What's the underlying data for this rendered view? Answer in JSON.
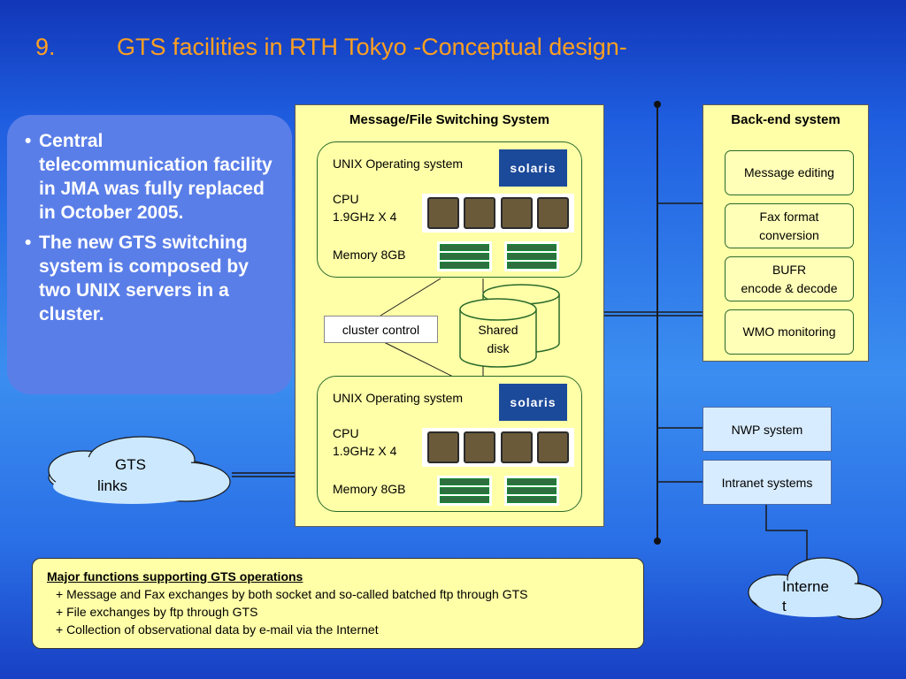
{
  "title": {
    "number": "9.",
    "text": "GTS facilities in RTH Tokyo  -Conceptual design-"
  },
  "bullets": [
    "Central telecommunication facility in JMA was fully replaced in October 2005.",
    "The new GTS switching system is composed by two UNIX servers in a cluster."
  ],
  "mss": {
    "title": "Message/File Switching System",
    "server1": {
      "os": "UNIX Operating system",
      "cpu_label": "CPU",
      "cpu_value": "1.9GHz X 4",
      "memory": "Memory 8GB",
      "logo": "solaris"
    },
    "server2": {
      "os": "UNIX Operating system",
      "cpu_label": "CPU",
      "cpu_value": "1.9GHz X 4",
      "memory": "Memory 8GB",
      "logo": "solaris"
    },
    "cluster_control": "cluster control",
    "shared_disk": [
      "Shared",
      "disk"
    ]
  },
  "backend": {
    "title": "Back-end system",
    "items": [
      [
        "Message editing"
      ],
      [
        "Fax format",
        "conversion"
      ],
      [
        "BUFR",
        "encode & decode"
      ],
      [
        "WMO monitoring"
      ]
    ]
  },
  "nwp": "NWP system",
  "intranet": "Intranet systems",
  "gts_cloud": [
    "GTS",
    "links"
  ],
  "internet_cloud": [
    "Interne",
    "t"
  ],
  "functions": {
    "title": "Major functions supporting GTS operations",
    "items": [
      "+ Message and Fax exchanges by both socket and so-called batched ftp through GTS",
      "+ File exchanges by ftp through GTS",
      "+ Collection of observational data by e-mail via the Internet"
    ]
  },
  "colors": {
    "title": "#ffa020",
    "panel": "#ffffa8",
    "bullet_box": "#5a7ee8",
    "cloud": "#cce8ff"
  }
}
